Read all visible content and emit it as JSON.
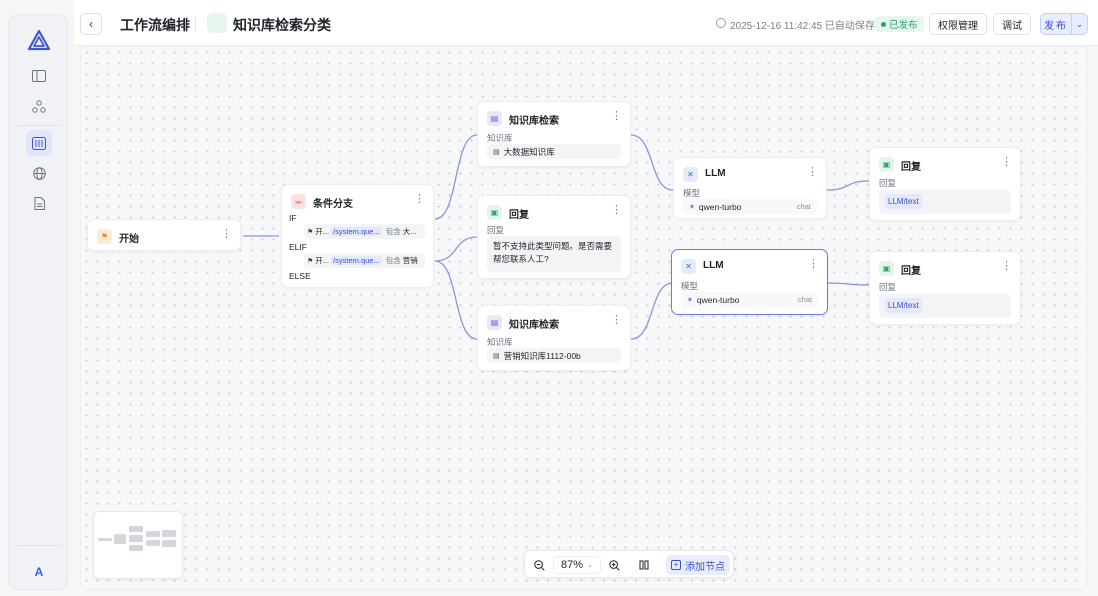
{
  "header": {
    "title": "工作流编排",
    "workflow_name": "知识库检索分类",
    "saved_text": "2025-12-16 11:42:45 已自动保存",
    "status": "已发布",
    "permissions_label": "权限管理",
    "debug_label": "调试",
    "publish_label": "发布"
  },
  "sidebar": {
    "avatar_letter": "A"
  },
  "nodes": {
    "start": {
      "title": "开始"
    },
    "condition": {
      "title": "条件分支",
      "if_label": "IF",
      "elif_label": "ELIF",
      "else_label": "ELSE",
      "if_cond": {
        "var_prefix": "开...",
        "var": "/system.que...",
        "op": "包含",
        "value": "大..."
      },
      "elif_cond": {
        "var_prefix": "开...",
        "var": "/system.que...",
        "op": "包含",
        "value": "营销"
      }
    },
    "kb1": {
      "title": "知识库检索",
      "label": "知识库",
      "value": "大数据知识库"
    },
    "reply1": {
      "title": "回复",
      "label": "回复",
      "text": "暂不支持此类型问题。是否需要帮您联系人工?"
    },
    "kb2": {
      "title": "知识库检索",
      "label": "知识库",
      "value": "营销知识库1112-00b"
    },
    "llm1": {
      "title": "LLM",
      "label": "模型",
      "model": "qwen-turbo",
      "tag": "chat"
    },
    "llm2": {
      "title": "LLM",
      "label": "模型",
      "model": "qwen-turbo",
      "tag": "chat"
    },
    "reply2": {
      "title": "回复",
      "label": "回复",
      "chip": "LLM/text"
    },
    "reply3": {
      "title": "回复",
      "label": "回复",
      "chip": "LLM/text"
    }
  },
  "toolbar": {
    "zoom": "87%",
    "add_node_label": "添加节点"
  },
  "colors": {
    "accent": "#3a4fd0",
    "published": "#29a36a",
    "edge": "#8b93e0"
  },
  "icons": [
    "logo-icon",
    "panel-icon",
    "nodes-icon",
    "sliders-icon",
    "globe-icon",
    "document-icon",
    "clock-icon",
    "back-icon",
    "zoom-out-icon",
    "zoom-in-icon",
    "layout-icon",
    "plus-icon"
  ]
}
